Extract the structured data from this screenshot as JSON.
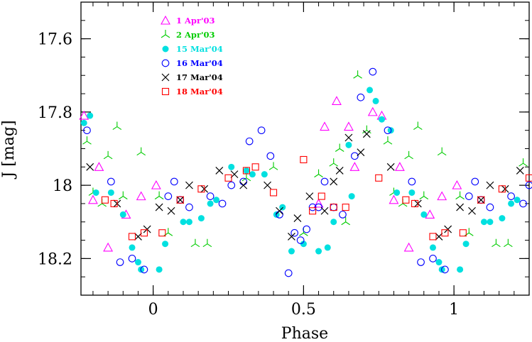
{
  "chart_data": {
    "type": "scatter",
    "xlabel": "Phase",
    "ylabel": "J [mag]",
    "xlim": [
      -0.24,
      1.25
    ],
    "ylim": [
      18.3,
      17.5
    ],
    "y_inverted": true,
    "x_ticks": [
      {
        "value": 0,
        "label": "0"
      },
      {
        "value": 0.5,
        "label": "0.5"
      },
      {
        "value": 1,
        "label": "1"
      }
    ],
    "y_ticks": [
      {
        "value": 17.6,
        "label": "17.6"
      },
      {
        "value": 17.8,
        "label": "17.8"
      },
      {
        "value": 18.0,
        "label": "18"
      },
      {
        "value": 18.2,
        "label": "18.2"
      }
    ],
    "x_minor_step": 0.05,
    "y_minor_step": 0.05,
    "legend_position": "top-left",
    "series": [
      {
        "name": "1 Apr'03",
        "marker": "triangle",
        "color": "#ff00ff",
        "points": [
          [
            -0.23,
            17.81
          ],
          [
            -0.2,
            18.04
          ],
          [
            -0.18,
            17.95
          ],
          [
            -0.15,
            18.17
          ],
          [
            -0.09,
            18.08
          ],
          [
            -0.04,
            18.03
          ],
          [
            0.01,
            18.0
          ],
          [
            0.55,
            18.05
          ],
          [
            0.57,
            17.84
          ],
          [
            0.61,
            17.77
          ],
          [
            0.65,
            17.84
          ],
          [
            0.67,
            17.95
          ],
          [
            0.73,
            17.8
          ],
          [
            0.76,
            17.81
          ],
          [
            0.8,
            18.04
          ],
          [
            0.82,
            17.95
          ],
          [
            0.85,
            18.17
          ],
          [
            0.92,
            18.08
          ],
          [
            0.96,
            18.03
          ],
          [
            1.01,
            18.0
          ]
        ]
      },
      {
        "name": "2 Apr'03",
        "marker": "tri-star",
        "color": "#00cc00",
        "points": [
          [
            -0.22,
            17.88
          ],
          [
            -0.2,
            18.02
          ],
          [
            -0.17,
            18.05
          ],
          [
            -0.15,
            17.92
          ],
          [
            -0.12,
            17.84
          ],
          [
            -0.1,
            18.03
          ],
          [
            -0.04,
            17.91
          ],
          [
            0.02,
            18.03
          ],
          [
            0.05,
            18.13
          ],
          [
            0.14,
            18.16
          ],
          [
            0.18,
            18.16
          ],
          [
            0.31,
            17.98
          ],
          [
            0.4,
            17.95
          ],
          [
            0.5,
            18.13
          ],
          [
            0.55,
            17.97
          ],
          [
            0.6,
            17.94
          ],
          [
            0.62,
            17.9
          ],
          [
            0.64,
            18.1
          ],
          [
            0.68,
            17.7
          ],
          [
            0.71,
            17.85
          ],
          [
            0.78,
            17.88
          ],
          [
            0.8,
            18.02
          ],
          [
            0.83,
            18.05
          ],
          [
            0.85,
            17.92
          ],
          [
            0.88,
            17.84
          ],
          [
            0.9,
            18.03
          ],
          [
            0.96,
            17.91
          ],
          [
            1.02,
            18.03
          ],
          [
            1.05,
            18.13
          ],
          [
            1.14,
            18.16
          ],
          [
            1.18,
            18.16
          ],
          [
            1.23,
            17.94
          ]
        ]
      },
      {
        "name": "15 Mar'04",
        "marker": "filled-circle",
        "color": "#00e0e0",
        "points": [
          [
            -0.23,
            17.83
          ],
          [
            -0.21,
            17.81
          ],
          [
            -0.19,
            18.02
          ],
          [
            -0.14,
            18.02
          ],
          [
            -0.1,
            18.08
          ],
          [
            -0.07,
            18.17
          ],
          [
            -0.05,
            18.21
          ],
          [
            -0.04,
            18.23
          ],
          [
            0.02,
            18.23
          ],
          [
            0.04,
            18.16
          ],
          [
            0.1,
            18.1
          ],
          [
            0.12,
            18.1
          ],
          [
            0.16,
            18.09
          ],
          [
            0.19,
            18.05
          ],
          [
            0.21,
            18.04
          ],
          [
            0.26,
            17.95
          ],
          [
            0.31,
            17.96
          ],
          [
            0.33,
            17.97
          ],
          [
            0.37,
            17.97
          ],
          [
            0.41,
            18.08
          ],
          [
            0.43,
            18.06
          ],
          [
            0.46,
            18.18
          ],
          [
            0.5,
            18.16
          ],
          [
            0.55,
            18.18
          ],
          [
            0.58,
            18.17
          ],
          [
            0.6,
            18.1
          ],
          [
            0.65,
            17.89
          ],
          [
            0.66,
            18.03
          ],
          [
            0.72,
            17.74
          ],
          [
            0.74,
            17.77
          ],
          [
            0.76,
            17.82
          ],
          [
            0.79,
            17.85
          ],
          [
            0.81,
            18.02
          ],
          [
            0.86,
            18.02
          ],
          [
            0.9,
            18.08
          ],
          [
            0.93,
            18.17
          ],
          [
            0.95,
            18.21
          ],
          [
            0.96,
            18.23
          ],
          [
            1.02,
            18.23
          ],
          [
            1.04,
            18.16
          ],
          [
            1.1,
            18.1
          ],
          [
            1.12,
            18.1
          ],
          [
            1.16,
            18.09
          ],
          [
            1.19,
            18.05
          ],
          [
            1.21,
            18.04
          ]
        ]
      },
      {
        "name": "16 Mar'04",
        "marker": "open-circle",
        "color": "#0000ff",
        "points": [
          [
            -0.22,
            17.85
          ],
          [
            -0.14,
            17.99
          ],
          [
            -0.11,
            18.21
          ],
          [
            -0.07,
            18.2
          ],
          [
            -0.03,
            18.23
          ],
          [
            0.05,
            18.03
          ],
          [
            0.07,
            17.99
          ],
          [
            0.09,
            18.04
          ],
          [
            0.12,
            18.06
          ],
          [
            0.19,
            18.03
          ],
          [
            0.23,
            18.05
          ],
          [
            0.26,
            18.0
          ],
          [
            0.3,
            17.99
          ],
          [
            0.32,
            17.88
          ],
          [
            0.36,
            17.85
          ],
          [
            0.39,
            17.92
          ],
          [
            0.42,
            18.08
          ],
          [
            0.45,
            18.24
          ],
          [
            0.47,
            18.13
          ],
          [
            0.49,
            18.15
          ],
          [
            0.51,
            18.12
          ],
          [
            0.53,
            18.06
          ],
          [
            0.55,
            18.06
          ],
          [
            0.57,
            17.99
          ],
          [
            0.6,
            18.06
          ],
          [
            0.63,
            18.08
          ],
          [
            0.67,
            17.92
          ],
          [
            0.69,
            17.76
          ],
          [
            0.73,
            17.69
          ],
          [
            0.78,
            17.85
          ],
          [
            0.86,
            17.99
          ],
          [
            0.89,
            18.21
          ],
          [
            0.93,
            18.2
          ],
          [
            0.97,
            18.23
          ],
          [
            1.05,
            18.03
          ],
          [
            1.07,
            17.99
          ],
          [
            1.09,
            18.04
          ],
          [
            1.12,
            18.06
          ],
          [
            1.19,
            18.03
          ],
          [
            1.23,
            18.05
          ],
          [
            1.25,
            18.0
          ]
        ]
      },
      {
        "name": "17 Mar'04",
        "marker": "cross",
        "color": "#000000",
        "points": [
          [
            -0.21,
            17.95
          ],
          [
            -0.12,
            18.05
          ],
          [
            -0.05,
            18.14
          ],
          [
            -0.02,
            18.12
          ],
          [
            0.02,
            18.06
          ],
          [
            0.06,
            18.07
          ],
          [
            0.09,
            18.04
          ],
          [
            0.12,
            18.0
          ],
          [
            0.17,
            18.01
          ],
          [
            0.22,
            17.96
          ],
          [
            0.27,
            17.97
          ],
          [
            0.3,
            18.0
          ],
          [
            0.38,
            18.0
          ],
          [
            0.42,
            18.07
          ],
          [
            0.46,
            18.14
          ],
          [
            0.48,
            18.09
          ],
          [
            0.52,
            18.03
          ],
          [
            0.57,
            18.07
          ],
          [
            0.6,
            17.99
          ],
          [
            0.62,
            17.96
          ],
          [
            0.65,
            17.87
          ],
          [
            0.69,
            17.91
          ],
          [
            0.71,
            17.86
          ],
          [
            0.79,
            17.95
          ],
          [
            0.88,
            18.05
          ],
          [
            0.95,
            18.14
          ],
          [
            0.98,
            18.12
          ],
          [
            1.02,
            18.06
          ],
          [
            1.06,
            18.07
          ],
          [
            1.09,
            18.04
          ],
          [
            1.12,
            18.0
          ],
          [
            1.17,
            18.01
          ],
          [
            1.22,
            17.96
          ]
        ]
      },
      {
        "name": "18 Mar'04",
        "marker": "open-square",
        "color": "#ff0000",
        "points": [
          [
            -0.16,
            18.04
          ],
          [
            -0.13,
            18.05
          ],
          [
            -0.07,
            18.14
          ],
          [
            -0.03,
            18.13
          ],
          [
            0.03,
            18.13
          ],
          [
            0.09,
            18.04
          ],
          [
            0.16,
            18.01
          ],
          [
            0.25,
            17.98
          ],
          [
            0.31,
            17.96
          ],
          [
            0.34,
            17.95
          ],
          [
            0.4,
            18.02
          ],
          [
            0.5,
            17.93
          ],
          [
            0.53,
            18.07
          ],
          [
            0.56,
            18.03
          ],
          [
            0.6,
            18.06
          ],
          [
            0.64,
            18.06
          ],
          [
            0.75,
            17.98
          ],
          [
            0.84,
            18.04
          ],
          [
            0.87,
            18.05
          ],
          [
            0.93,
            18.14
          ],
          [
            0.97,
            18.13
          ],
          [
            1.03,
            18.13
          ],
          [
            1.09,
            18.04
          ],
          [
            1.16,
            18.01
          ],
          [
            1.25,
            17.98
          ]
        ]
      }
    ]
  }
}
